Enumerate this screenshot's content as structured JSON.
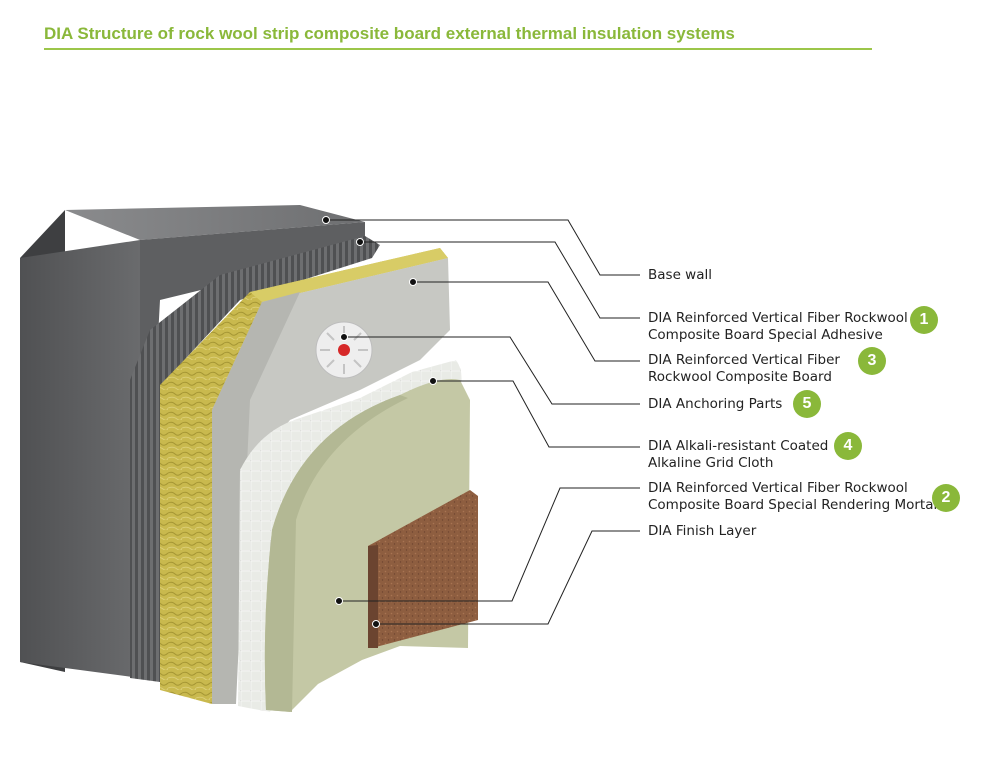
{
  "title": "DIA Structure of rock wool strip composite board external thermal insulation systems",
  "labels": [
    {
      "lines": [
        "Base wall"
      ],
      "badge": ""
    },
    {
      "lines": [
        "DIA Reinforced Vertical Fiber Rockwool",
        "Composite Board Special Adhesive"
      ],
      "badge": "1"
    },
    {
      "lines": [
        "DIA Reinforced Vertical Fiber",
        "Rockwool Composite Board"
      ],
      "badge": "3"
    },
    {
      "lines": [
        "DIA Anchoring Parts"
      ],
      "badge": "5"
    },
    {
      "lines": [
        "DIA Alkali-resistant Coated",
        "Alkaline Grid Cloth"
      ],
      "badge": "4"
    },
    {
      "lines": [
        "DIA Reinforced Vertical Fiber Rockwool",
        "Composite Board Special Rendering Mortar"
      ],
      "badge": "2"
    },
    {
      "lines": [
        "DIA Finish Layer"
      ],
      "badge": ""
    }
  ],
  "colors": {
    "accent": "#8ab83a",
    "wall": "#5b5c5e",
    "rockwool": "#c9b94e",
    "render": "#c8c9c4",
    "mortar": "#c5c9a6",
    "finish": "#8a5a3c"
  }
}
